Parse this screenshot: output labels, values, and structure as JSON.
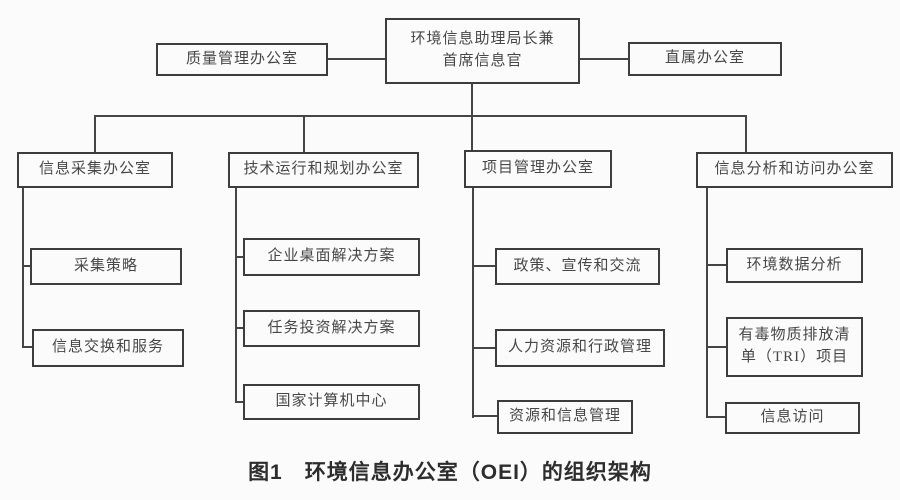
{
  "figure": {
    "caption_label": "图1",
    "caption_title": "环境信息办公室（OEI）的组织架构"
  },
  "chart": {
    "root": {
      "lines": [
        "环境信息助理局长兼",
        "首席信息官"
      ]
    },
    "staff_left": {
      "label": "质量管理办公室"
    },
    "staff_right": {
      "label": "直属办公室"
    },
    "branches": [
      {
        "label": "信息采集办公室",
        "children": [
          {
            "label": "采集策略"
          },
          {
            "label": "信息交换和服务"
          }
        ]
      },
      {
        "label": "技术运行和规划办公室",
        "children": [
          {
            "label": "企业桌面解决方案"
          },
          {
            "label": "任务投资解决方案"
          },
          {
            "label": "国家计算机中心"
          }
        ]
      },
      {
        "label": "项目管理办公室",
        "children": [
          {
            "label": "政策、宣传和交流"
          },
          {
            "label": "人力资源和行政管理"
          },
          {
            "label": "资源和信息管理"
          }
        ]
      },
      {
        "label": "信息分析和访问办公室",
        "children": [
          {
            "label": "环境数据分析"
          },
          {
            "label": "有毒物质排放清单（TRI）项目"
          },
          {
            "label": "信息访问"
          }
        ]
      }
    ]
  },
  "colors": {
    "line": "#454545",
    "border": "#3d3d3d",
    "text": "#474747",
    "caption": "#2d2d2d",
    "background": "#fbfbfb"
  }
}
